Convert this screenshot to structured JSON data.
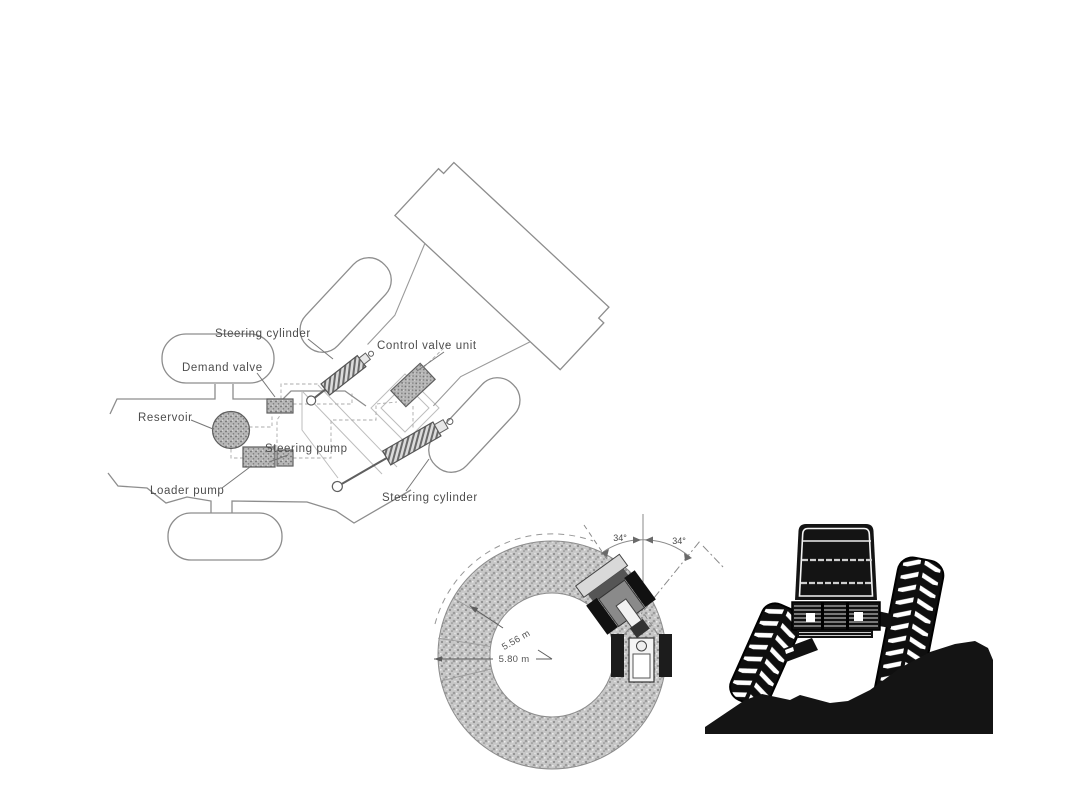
{
  "figure": {
    "background": "#ffffff"
  },
  "schematic": {
    "labels": {
      "steering_cylinder_top": "Steering cylinder",
      "control_valve_unit": "Control valve unit",
      "demand_valve": "Demand valve",
      "reservoir": "Reservoir",
      "steering_pump": "Steering pump",
      "loader_pump": "Loader pump",
      "steering_cylinder_bottom": "Steering cylinder"
    }
  },
  "turning_circle": {
    "angle_left": "34°",
    "angle_right": "34°",
    "turning_radius_label": "5.56 m",
    "clearance_radius_label": "5.80 m"
  },
  "colors": {
    "outline_gray": "#8d8d8d",
    "label_text": "#4d4d4d",
    "component_fill": "#b8b8b8",
    "ring_fill": "#c7c7c7",
    "illustration_black": "#111111"
  }
}
